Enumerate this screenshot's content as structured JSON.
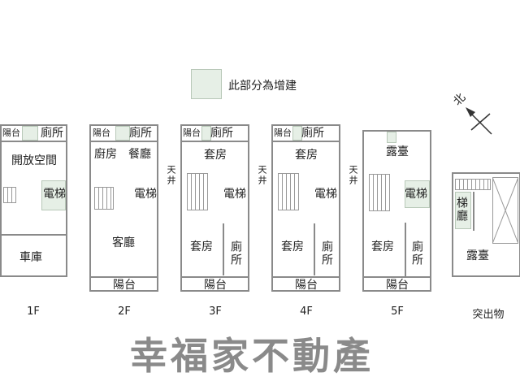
{
  "legend": {
    "label": "此部分為增建",
    "swatch_color": "#e6efe6"
  },
  "compass": {
    "label": "北"
  },
  "watermark": "幸福家不動產",
  "floors": [
    {
      "name": "1F",
      "rooms": [
        "陽台",
        "廁所",
        "開放空間",
        "電梯",
        "車庫"
      ]
    },
    {
      "name": "2F",
      "rooms": [
        "陽台",
        "廁所",
        "廚房",
        "餐廳",
        "電梯",
        "客廳",
        "陽台"
      ]
    },
    {
      "name": "3F",
      "rooms": [
        "陽台",
        "廁所",
        "套房",
        "天井",
        "電梯",
        "套房",
        "廁所",
        "陽台"
      ]
    },
    {
      "name": "4F",
      "rooms": [
        "陽台",
        "廁所",
        "套房",
        "天井",
        "電梯",
        "套房",
        "廁所",
        "陽台"
      ]
    },
    {
      "name": "5F",
      "rooms": [
        "露臺",
        "天井",
        "電梯",
        "套房",
        "廁所",
        "陽台"
      ]
    },
    {
      "name": "突出物",
      "rooms": [
        "梯廳",
        "露臺"
      ]
    }
  ]
}
